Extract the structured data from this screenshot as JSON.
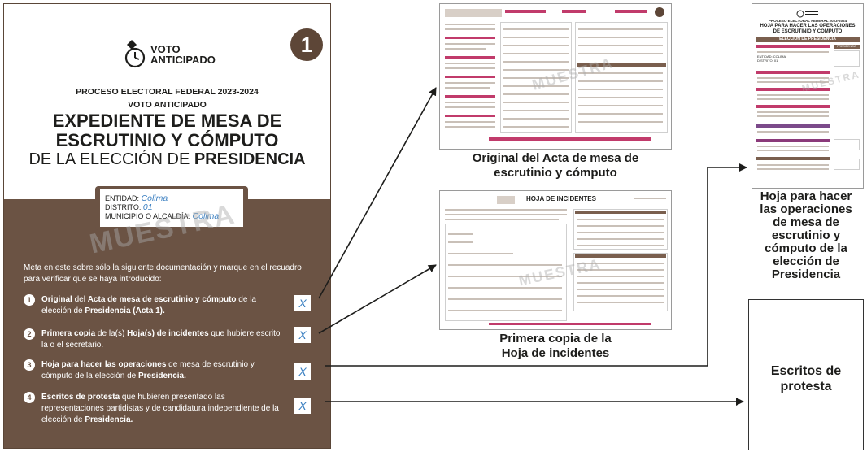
{
  "expediente": {
    "number": "1",
    "logo": {
      "line1": "VOTO",
      "line2": "ANTICIPADO"
    },
    "proceso": "PROCESO ELECTORAL FEDERAL 2023-2024",
    "voto_anticipado": "VOTO ANTICIPADO",
    "title_line1": "EXPEDIENTE DE MESA DE",
    "title_line2": "ESCRUTINIO Y CÓMPUTO",
    "subtitle_normal": "DE LA ELECCIÓN DE ",
    "subtitle_bold": "PRESIDENCIA",
    "entidad_label": "ENTIDAD:",
    "entidad_value": "Colima",
    "distrito_label": "DISTRITO:",
    "distrito_value": "01",
    "municipio_label": "MUNICIPIO O ALCALDÍA:",
    "municipio_value": "Colima",
    "watermark": "MUESTRA",
    "instructions": "Meta en este sobre sólo la siguiente documentación y marque en el recuadro para verificar que se haya introducido:",
    "items": [
      {
        "num": "1",
        "check": "X",
        "parts": [
          {
            "b": "Original"
          },
          {
            "t": " del "
          },
          {
            "b": "Acta de mesa de escrutinio y cómputo"
          },
          {
            "t": " de la elección de "
          },
          {
            "b": "Presidencia (Acta 1)."
          }
        ]
      },
      {
        "num": "2",
        "check": "X",
        "parts": [
          {
            "b": "Primera copia"
          },
          {
            "t": " de la(s) "
          },
          {
            "b": "Hoja(s) de incidentes"
          },
          {
            "t": " que hubiere escrito la o el secretario."
          }
        ]
      },
      {
        "num": "3",
        "check": "X",
        "parts": [
          {
            "b": "Hoja para hacer las operaciones"
          },
          {
            "t": " de mesa de escrutinio y cómputo de la elección de "
          },
          {
            "b": "Presidencia."
          }
        ]
      },
      {
        "num": "4",
        "check": "X",
        "parts": [
          {
            "b": "Escritos de protesta"
          },
          {
            "t": " que hubieren presentado las representaciones partidistas y de candidatura independiente de la elección de "
          },
          {
            "b": "Presidencia."
          }
        ]
      }
    ]
  },
  "docs": {
    "acta": {
      "caption_line1": "Original del Acta de mesa de",
      "caption_line2": "escrutinio y cómputo",
      "watermark": "MUESTRA"
    },
    "incidentes": {
      "header": "HOJA DE INCIDENTES",
      "caption_line1": "Primera copia de la",
      "caption_line2": "Hoja de incidentes",
      "watermark": "MUESTRA"
    },
    "hoja": {
      "proceso": "PROCESO ELECTORAL FEDERAL 2023-2024",
      "title_line1": "HOJA PARA HACER LAS OPERACIONES",
      "title_line2": "DE ESCRUTINIO Y CÓMPUTO",
      "band": "ELECCIÓN DE PRESIDENCIA",
      "right_tab": "PRESIDENCIA",
      "entidad_label": "ENTIDAD:",
      "entidad_value": "COLIMA",
      "distrito_label": "DISTRITO:",
      "distrito_value": "01",
      "caption_lines": [
        "Hoja para hacer",
        "las operaciones",
        "de mesa de",
        "escrutinio y",
        "cómputo de la",
        "elección de",
        "Presidencia"
      ],
      "watermark": "MUESTRA"
    },
    "escritos": {
      "label_line1": "Escritos de",
      "label_line2": "protesta"
    }
  },
  "colors": {
    "brown": "#6b5344",
    "dark_brown": "#5d4637",
    "pink": "#c13b6b",
    "blue_text": "#3a7fc1"
  }
}
